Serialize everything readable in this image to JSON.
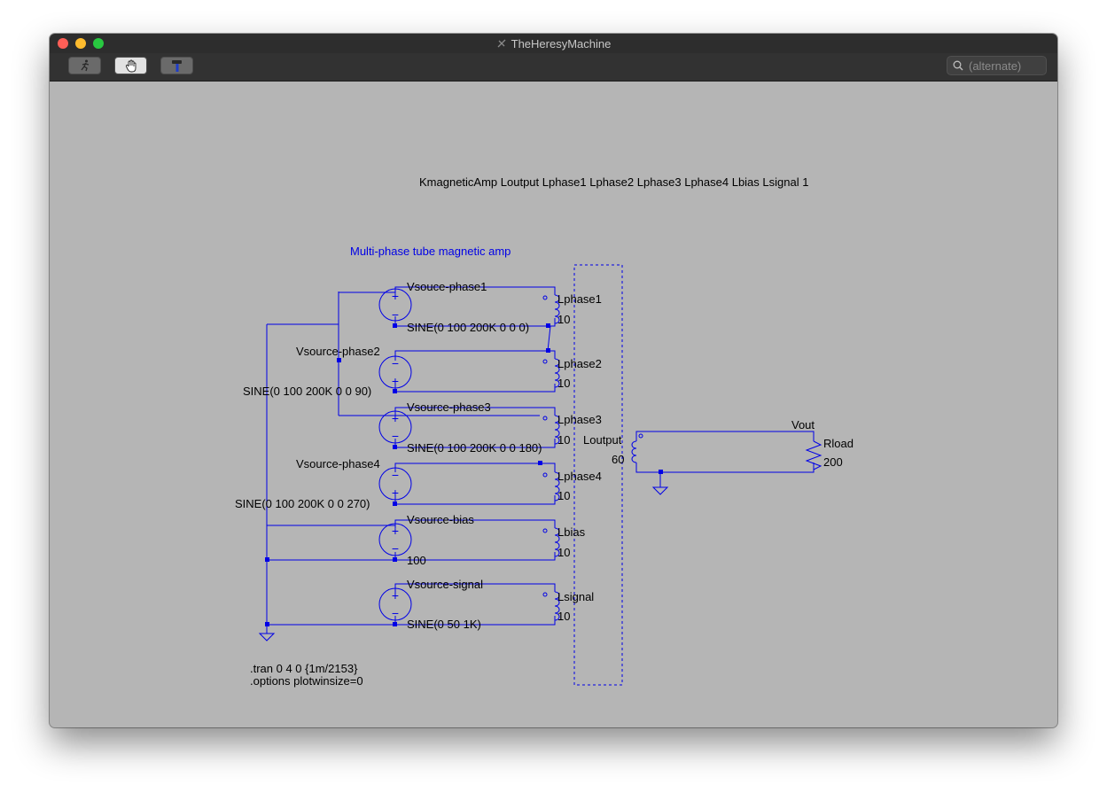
{
  "window": {
    "title": "TheHeresyMachine"
  },
  "toolbar": {
    "buttons": [
      {
        "icon": "run-icon"
      },
      {
        "icon": "hand-icon"
      },
      {
        "icon": "hammer-icon"
      }
    ],
    "search_placeholder": "(alternate)"
  },
  "schematic": {
    "k_directive": "KmagneticAmp Loutput Lphase1 Lphase2  Lphase3 Lphase4 Lbias Lsignal 1",
    "comment": "Multi-phase tube magnetic amp",
    "sources": [
      {
        "name": "Vsouce-phase1",
        "value": "SINE(0 100 200K 0 0 0)"
      },
      {
        "name": "Vsource-phase2",
        "value": "SINE(0 100 200K 0 0 90)"
      },
      {
        "name": "Vsource-phase3",
        "value": "SINE(0 100 200K 0 0 180)"
      },
      {
        "name": "Vsource-phase4",
        "value": "SINE(0 100 200K 0 0 270)"
      },
      {
        "name": "Vsource-bias",
        "value": "100"
      },
      {
        "name": "Vsource-signal",
        "value": "SINE(0 50 1K)"
      }
    ],
    "inductors": [
      {
        "name": "Lphase1",
        "value": "10"
      },
      {
        "name": "Lphase2",
        "value": "10"
      },
      {
        "name": "Lphase3",
        "value": "10"
      },
      {
        "name": "Lphase4",
        "value": "10"
      },
      {
        "name": "Lbias",
        "value": "10"
      },
      {
        "name": "Lsignal",
        "value": "10"
      }
    ],
    "output_inductor": {
      "name": "Loutput",
      "value": "60"
    },
    "resistor": {
      "name": "Rload",
      "value": "200"
    },
    "net_label": "Vout",
    "directives": [
      ".tran 0 4 0 {1m/2153}",
      ".options plotwinsize=0"
    ]
  },
  "colors": {
    "wire": "#0000e6",
    "canvas": "#b5b5b5",
    "titlebar": "#2d2d2d"
  }
}
